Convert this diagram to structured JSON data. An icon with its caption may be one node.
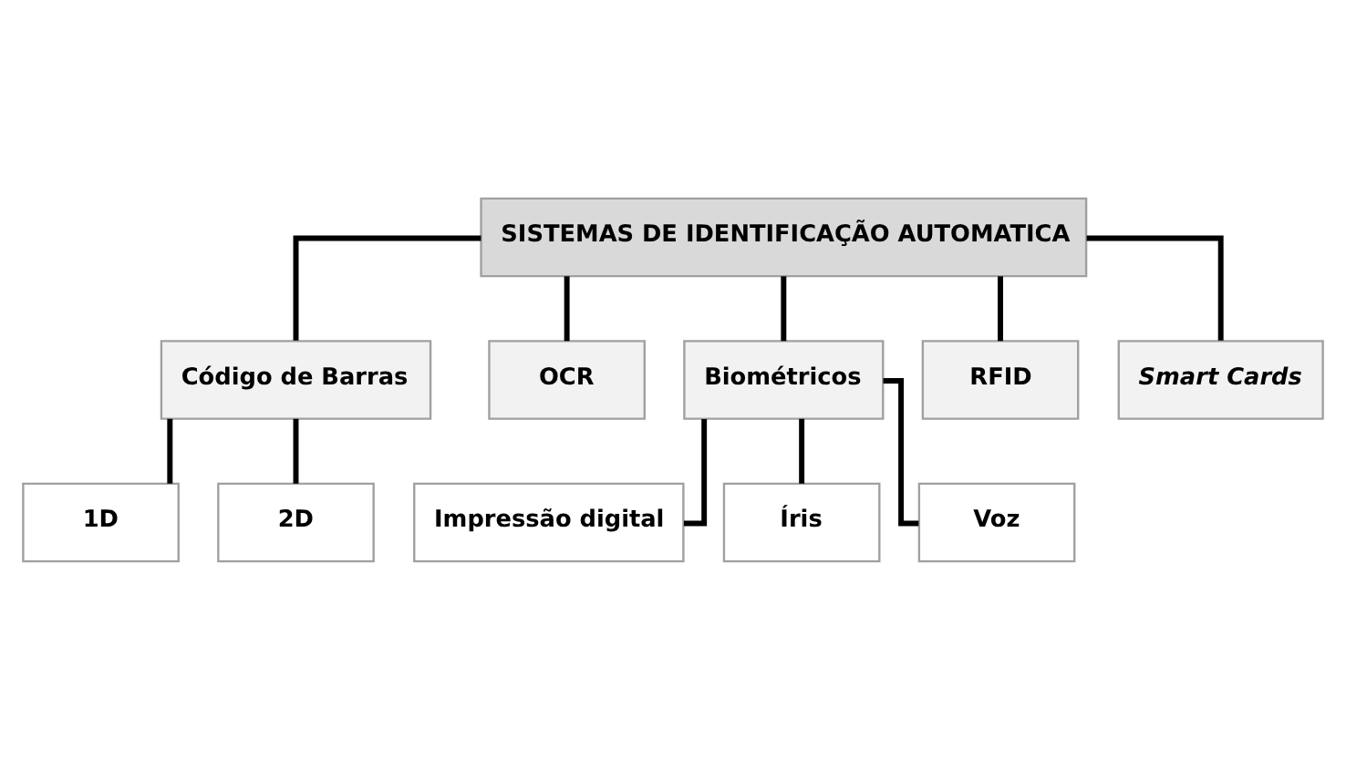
{
  "diagram": {
    "nodes": [
      {
        "text": [
          "SISTEMAS DE IDENTIFICAÇÃO AUTOMATICA"
        ]
      },
      {
        "text": [
          "Código de Barras"
        ]
      },
      {
        "text": [
          "OCR"
        ]
      },
      {
        "text": [
          "Biométricos"
        ]
      },
      {
        "text": [
          "RFID"
        ]
      },
      {
        "text": [
          "Smart Cards"
        ]
      },
      {
        "text": [
          "1D"
        ]
      },
      {
        "text": [
          "2D"
        ]
      },
      {
        "text": [
          "Impressão digital"
        ]
      },
      {
        "text": [
          "Íris"
        ]
      },
      {
        "text": [
          "Voz"
        ]
      }
    ],
    "edges": [
      {
        "from": 0,
        "to": 1,
        "arrow": "none"
      },
      {
        "from": 0,
        "to": 2,
        "arrow": "none"
      },
      {
        "from": 0,
        "to": 3,
        "arrow": "none"
      },
      {
        "from": 0,
        "to": 4,
        "arrow": "none"
      },
      {
        "from": 0,
        "to": 5,
        "arrow": "none"
      },
      {
        "from": 1,
        "to": 6,
        "arrow": "none"
      },
      {
        "from": 1,
        "to": 7,
        "arrow": "none"
      },
      {
        "from": 3,
        "to": 8,
        "arrow": "none"
      },
      {
        "from": 3,
        "to": 9,
        "arrow": "none"
      },
      {
        "from": 3,
        "to": 10,
        "arrow": "none"
      }
    ]
  }
}
